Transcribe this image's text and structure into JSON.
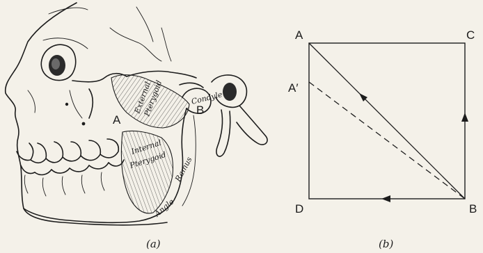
{
  "figure_a": {
    "caption": "(a)",
    "labels": {
      "point_a": "A",
      "point_b": "B",
      "condyle": "Condyle",
      "external": "External",
      "pterygoid_ext": "Pterygoid",
      "internal": "Internal",
      "pterygoid_int": "Pterygoid",
      "ramus": "Ramus",
      "angle": "Angle"
    }
  },
  "figure_b": {
    "caption": "(b)",
    "labels": {
      "a": "A",
      "a_prime": "A′",
      "c": "C",
      "d": "D",
      "b": "B"
    }
  }
}
